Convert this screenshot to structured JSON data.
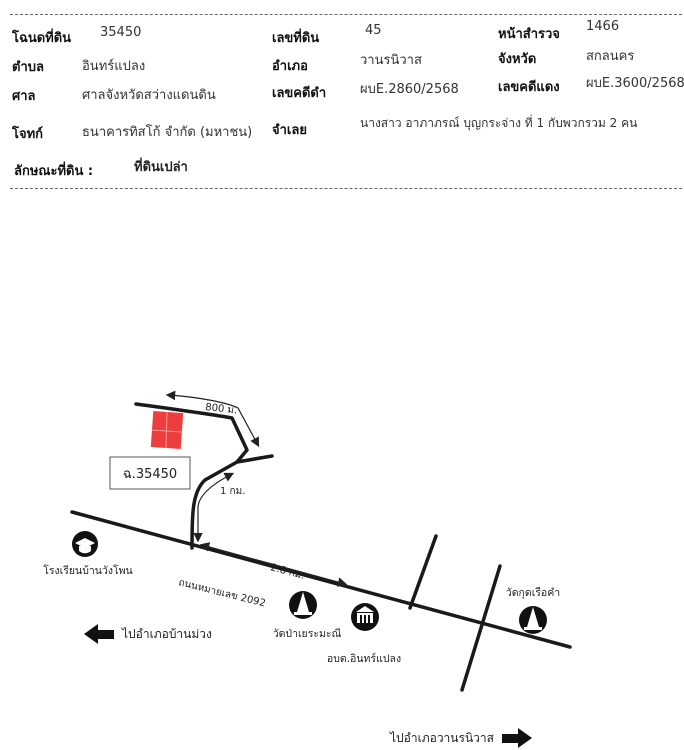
{
  "header": {
    "deed_no_label": "โฉนดที่ดิน",
    "deed_no": "35450",
    "land_no_label": "เลขที่ดิน",
    "land_no": "45",
    "survey_page_label": "หน้าสำรวจ",
    "survey_page": "1466",
    "subdistrict_label": "ตำบล",
    "subdistrict": "อินทร์แปลง",
    "district_label": "อำเภอ",
    "district": "วานรนิวาส",
    "province_label": "จังหวัด",
    "province": "สกลนคร",
    "court_label": "ศาล",
    "court": "ศาลจังหวัดสว่างแดนดิน",
    "black_case_label": "เลขคดีดำ",
    "black_case": "ผบE.2860/2568",
    "red_case_label": "เลขคดีแดง",
    "red_case": "ผบE.3600/2568",
    "plaintiff_label": "โจทก์",
    "plaintiff": "ธนาคารทิสโก้ จำกัด (มหาชน)",
    "defendant_label": "จำเลย",
    "defendant": "นางสาว อาภาภรณ์ บุญกระจ่าง  ที่ 1  กับพวกรวม 2 คน",
    "land_type_label": "ลักษณะที่ดิน :",
    "land_type": "ที่ดินเปล่า"
  },
  "map": {
    "parcel_label": "ฉ.35450",
    "parcel_color": "#ee3d3d",
    "distances": {
      "top": "800 ม.",
      "side": "1 กม.",
      "main": "2.8 กม."
    },
    "road_name": "ถนนหมายเลข 2092",
    "places": {
      "school": "โรงเรียนบ้านวังโพน",
      "temple1": "วัดป่าเยระมะณี",
      "tao": "อบต.อินทร์แปลง",
      "temple2": "วัดกุดเรือคำ"
    },
    "icons": {
      "school": "graduation-cap-icon",
      "temple": "stupa-icon",
      "office": "government-building-icon"
    },
    "directions": {
      "left": "ไปอำเภอบ้านม่วง",
      "right": "ไปอำเภอวานรนิวาส"
    }
  }
}
